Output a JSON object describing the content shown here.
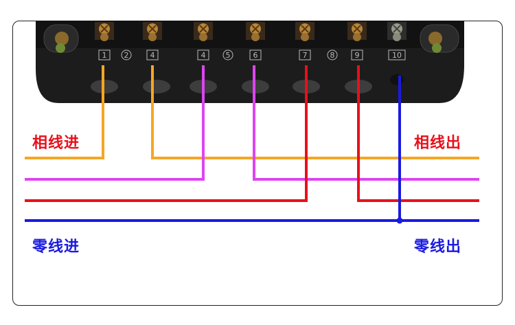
{
  "colors": {
    "live": "#e8101a",
    "neutral": "#1a1ae0",
    "orange": "#f5a623",
    "magenta": "#dd44f2",
    "red": "#e8101a",
    "blue": "#1a1ae0",
    "box": "#1c1c1c"
  },
  "terminals": [
    "1",
    "2",
    "4",
    "5",
    "6",
    "7",
    "8",
    "9",
    "10"
  ],
  "labels": {
    "live_in": "相线进",
    "live_out": "相线出",
    "neutral_in": "零线进",
    "neutral_out": "零线出"
  }
}
